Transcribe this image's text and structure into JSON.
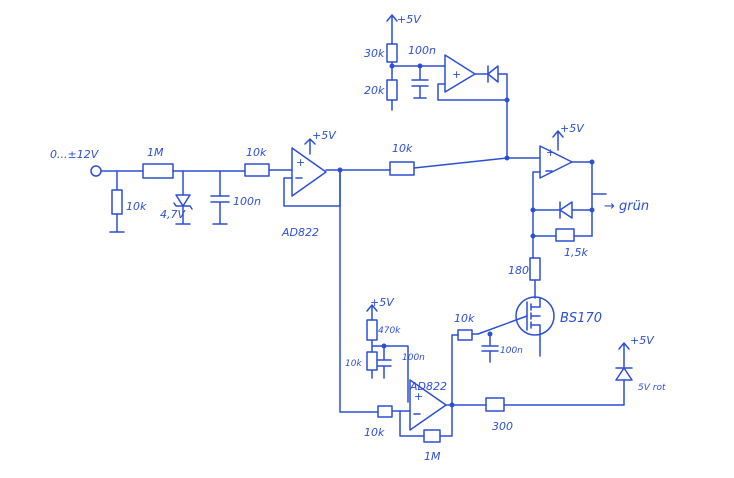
{
  "labels": {
    "input": "0...±12V",
    "r_1m": "1M",
    "r_10k_a": "10k",
    "r_10k_b": "10k",
    "zener": "4,7V",
    "cap_100n": "100n",
    "opamp1_supply": "+5V",
    "opamp1_part": "AD822",
    "r_10k_mid": "10k",
    "top_supply": "+5V",
    "r_30k": "30k",
    "r_20k": "20k",
    "cap_100n_top": "100n",
    "opamp3_supply": "+5V",
    "output_green": "→ grün",
    "r_1_5k": "1,5k",
    "r_180": "180",
    "mosfet": "BS170",
    "lower_supply": "+5V",
    "r_470k": "470k",
    "r_10k_div": "10k",
    "cap_100n_low": "100n",
    "opamp2_part": "AD822",
    "r_10k_gate": "10k",
    "cap_100n_gate": "100n",
    "r_10k_in2": "10k",
    "r_1m_fb": "1M",
    "r_300": "300",
    "led_supply": "+5V",
    "led_label": "5V rot"
  },
  "colors": {
    "ink": "#2c4fd6"
  }
}
